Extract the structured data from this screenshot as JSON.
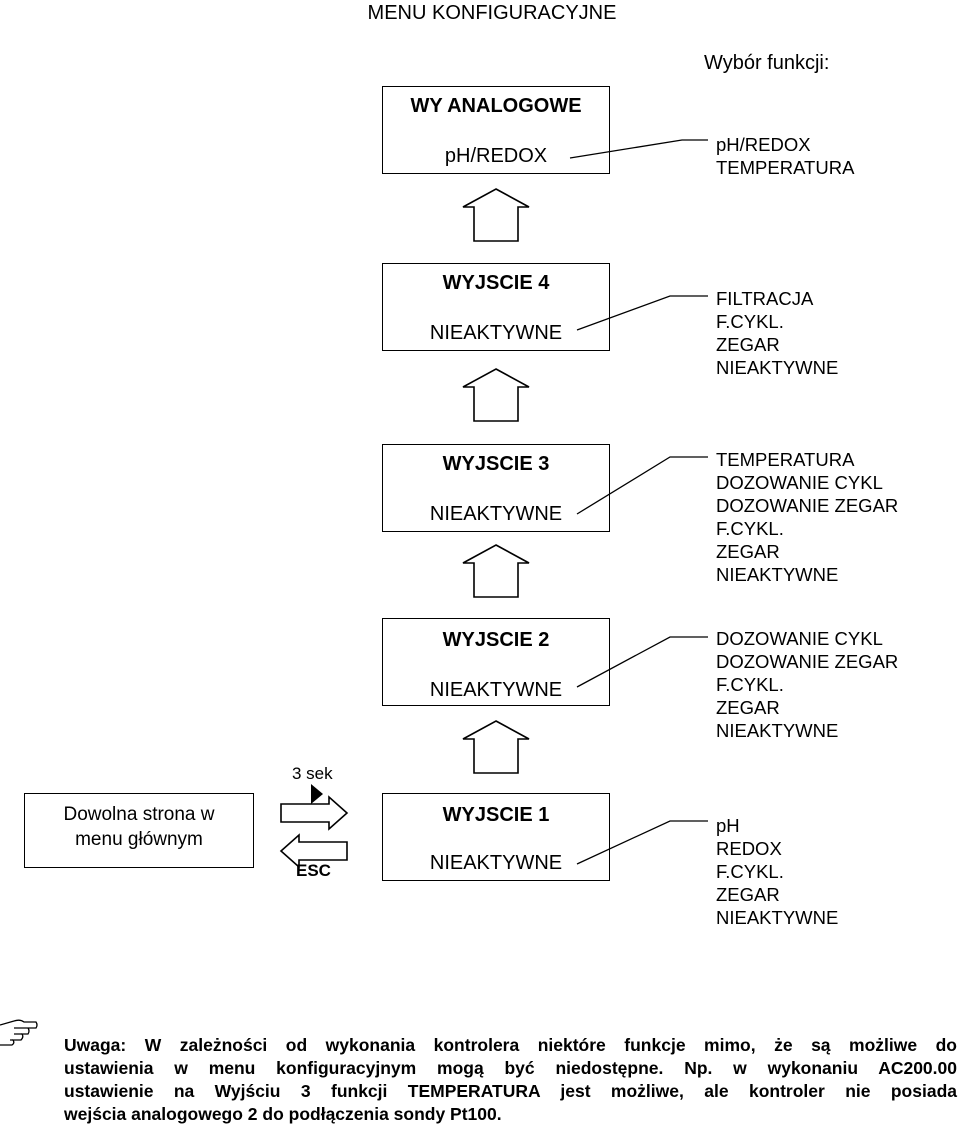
{
  "title": "MENU KONFIGURACYJNE",
  "function_choice_label": "Wybór funkcji:",
  "boxes": [
    {
      "head": "WY ANALOGOWE",
      "value": "pH/REDOX",
      "options": [
        "pH/REDOX",
        "TEMPERATURA"
      ]
    },
    {
      "head": "WYJSCIE 4",
      "value": "NIEAKTYWNE",
      "options": [
        "FILTRACJA",
        "F.CYKL.",
        "ZEGAR",
        "NIEAKTYWNE"
      ]
    },
    {
      "head": "WYJSCIE 3",
      "value": "NIEAKTYWNE",
      "options": [
        "TEMPERATURA",
        "DOZOWANIE CYKL",
        "DOZOWANIE ZEGAR",
        "F.CYKL.",
        "ZEGAR",
        "NIEAKTYWNE"
      ]
    },
    {
      "head": "WYJSCIE 2",
      "value": "NIEAKTYWNE",
      "options": [
        "DOZOWANIE CYKL",
        "DOZOWANIE ZEGAR",
        "F.CYKL.",
        "ZEGAR",
        "NIEAKTYWNE"
      ]
    },
    {
      "head": "WYJSCIE 1",
      "value": "NIEAKTYWNE",
      "options": [
        "pH",
        "REDOX",
        "F.CYKL.",
        "ZEGAR",
        "NIEAKTYWNE"
      ]
    }
  ],
  "main_menu_box": {
    "line1": "Dowolna strona w",
    "line2": "menu głównym"
  },
  "enter_label": "3 sek",
  "esc_label": "ESC",
  "note": {
    "lines": [
      "Uwaga: W zależności od wykonania kontrolera niektóre funkcje mimo, że są możliwe do",
      "ustawienia w menu konfiguracyjnym mogą być niedostępne. Np. w wykonaniu AC200.00",
      "ustawienie na Wyjściu 3 funkcji TEMPERATURA jest możliwe, ale kontroler nie posiada",
      "wejścia analogowego 2 do podłączenia sondy Pt100."
    ]
  },
  "icons": {
    "note": "pointing-hand-icon",
    "enter": "arrow-right-icon",
    "esc": "arrow-left-icon",
    "up": "arrow-up-icon"
  }
}
